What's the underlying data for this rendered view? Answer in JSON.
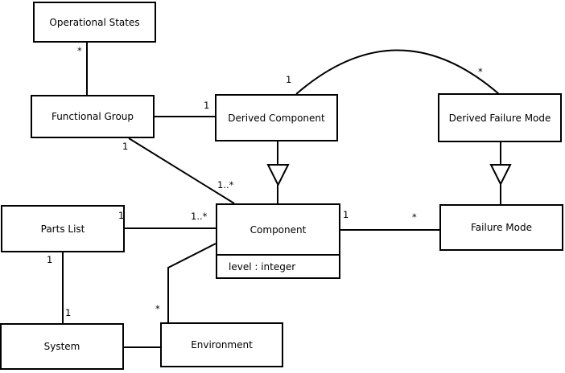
{
  "diagram": {
    "kind": "uml-class-diagram",
    "background_color": "#ffffff",
    "line_color": "#000000",
    "text_color": "#000000",
    "classes": [
      {
        "name": "Operational States"
      },
      {
        "name": "Functional Group"
      },
      {
        "name": "Derived Component"
      },
      {
        "name": "Derived Failure Mode"
      },
      {
        "name": "Parts List"
      },
      {
        "name": "Component",
        "attributes": [
          "level : integer"
        ]
      },
      {
        "name": "Failure Mode"
      },
      {
        "name": "System"
      },
      {
        "name": "Environment"
      }
    ],
    "multiplicities": [
      {
        "text": "*",
        "association": "Functional Group-Operational States",
        "end": "Operational States"
      },
      {
        "text": "1",
        "association": "Functional Group-Component",
        "end": "Functional Group"
      },
      {
        "text": "1",
        "association": "Functional Group-Derived Component",
        "end": "Derived Component"
      },
      {
        "text": "1",
        "association": "Derived Component-Derived Failure Mode",
        "end": "Derived Component"
      },
      {
        "text": "*",
        "association": "Derived Component-Derived Failure Mode",
        "end": "Derived Failure Mode"
      },
      {
        "text": "1..*",
        "association": "Functional Group-Component",
        "end": "Component"
      },
      {
        "text": "1",
        "association": "Parts List-Component",
        "end": "Parts List"
      },
      {
        "text": "1..*",
        "association": "Parts List-Component",
        "end": "Component"
      },
      {
        "text": "1",
        "association": "Component-Failure Mode",
        "end": "Component"
      },
      {
        "text": "*",
        "association": "Component-Failure Mode",
        "end": "Failure Mode"
      },
      {
        "text": "1",
        "association": "Parts List-System",
        "end": "Parts List"
      },
      {
        "text": "1",
        "association": "Parts List-System",
        "end": "System"
      },
      {
        "text": "*",
        "association": "Environment-Component",
        "end": "Environment"
      }
    ],
    "generalizations": [
      {
        "child": "Derived Component",
        "parent": "Component"
      },
      {
        "child": "Derived Failure Mode",
        "parent": "Failure Mode"
      }
    ]
  }
}
